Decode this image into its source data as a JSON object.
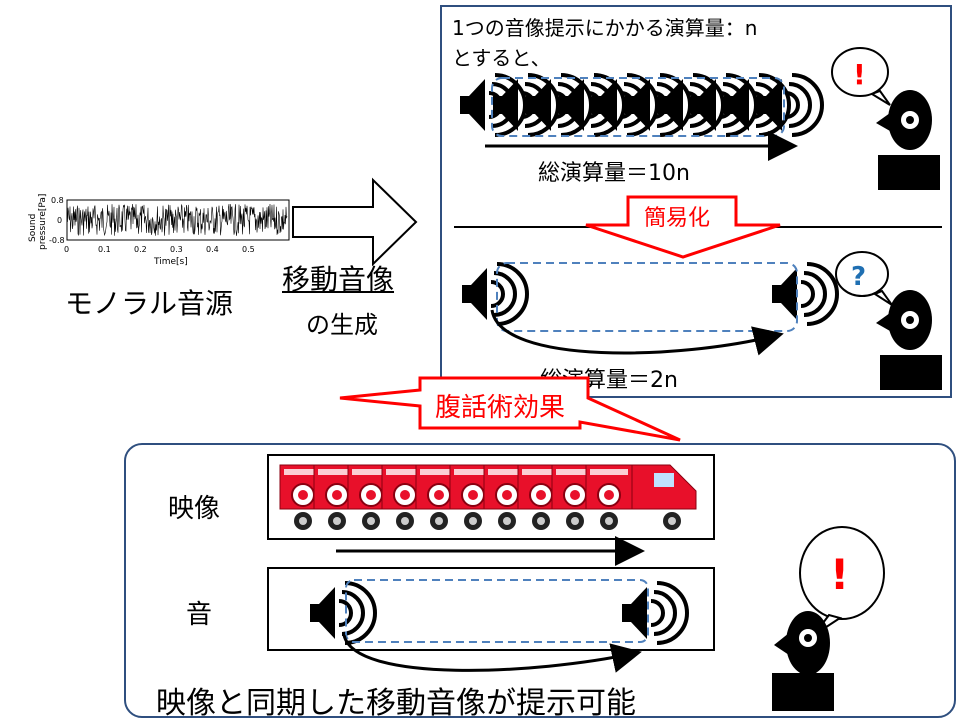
{
  "waveform": {
    "ylabel": "Sound\npressure[Pa]",
    "xlabel": "Time[s]",
    "y_ticks": [
      "0.8",
      "0",
      "-0.8"
    ],
    "x_ticks": [
      "0",
      "0.1",
      "0.2",
      "0.3",
      "0.4",
      "0.5"
    ]
  },
  "labels": {
    "mono_source": "モノラル音源",
    "generate_line1": "移動音像",
    "generate_line2": "の生成",
    "top_note_line1": "1つの音像提示にかかる演算量：n",
    "top_note_line2": "とすると、",
    "total_10n": "総演算量＝10n",
    "simplify": "簡易化",
    "total_2n": "総演算量＝2n",
    "ventriloquism": "腹話術効果",
    "video": "映像",
    "sound": "音",
    "bottom_caption": "映像と同期した移動音像が提示可能",
    "exclaim_top": "!",
    "question": "?",
    "exclaim_bottom": "!"
  },
  "colors": {
    "panel_border": "#2f4f7f",
    "dash_blue": "#4f81bd",
    "callout_red": "#ff0000",
    "fire_truck_red": "#e8102a"
  }
}
